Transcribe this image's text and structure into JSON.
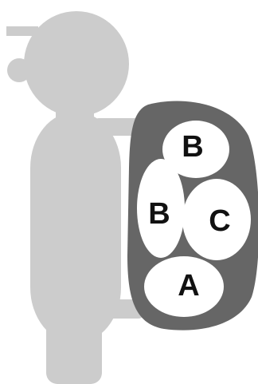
{
  "diagram": {
    "labels": {
      "top_b": "B",
      "left_b": "B",
      "right_c": "C",
      "bottom_a": "A"
    },
    "colors": {
      "figure": "#cccccc",
      "backpack": "#666666",
      "compartment": "#ffffff",
      "label": "#111111",
      "background": "#ffffff"
    }
  }
}
